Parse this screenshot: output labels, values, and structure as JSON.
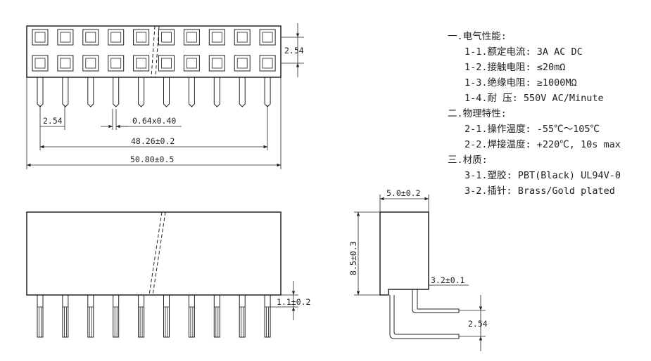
{
  "dimensions": {
    "row_pitch": "2.54",
    "pin_pitch": "2.54",
    "pin_size": "0.64x0.40",
    "pin_span": "48.26±0.2",
    "total_length": "50.80±0.5",
    "width": "5.0±0.2",
    "height": "8.5±0.3",
    "pin_stub": "3.2±0.1",
    "tail_length": "1.1±0.2",
    "tail_pitch": "2.54"
  },
  "specs": [
    "一.电气性能:",
    "1-1.额定电流: 3A AC DC",
    "1-2.接触电阻: ≤20mΩ",
    "1-3.绝缘电阻: ≥1000MΩ",
    "1-4.耐   压: 550V AC/Minute",
    "二.物理特性:",
    "2-1.操作温度: -55℃～105℃",
    "2-2.焊接温度: +220℃, 10s max",
    "三.材质:",
    "3-1.塑胶: PBT(Black) UL94V-0",
    "3-2.插针: Brass/Gold plated"
  ]
}
